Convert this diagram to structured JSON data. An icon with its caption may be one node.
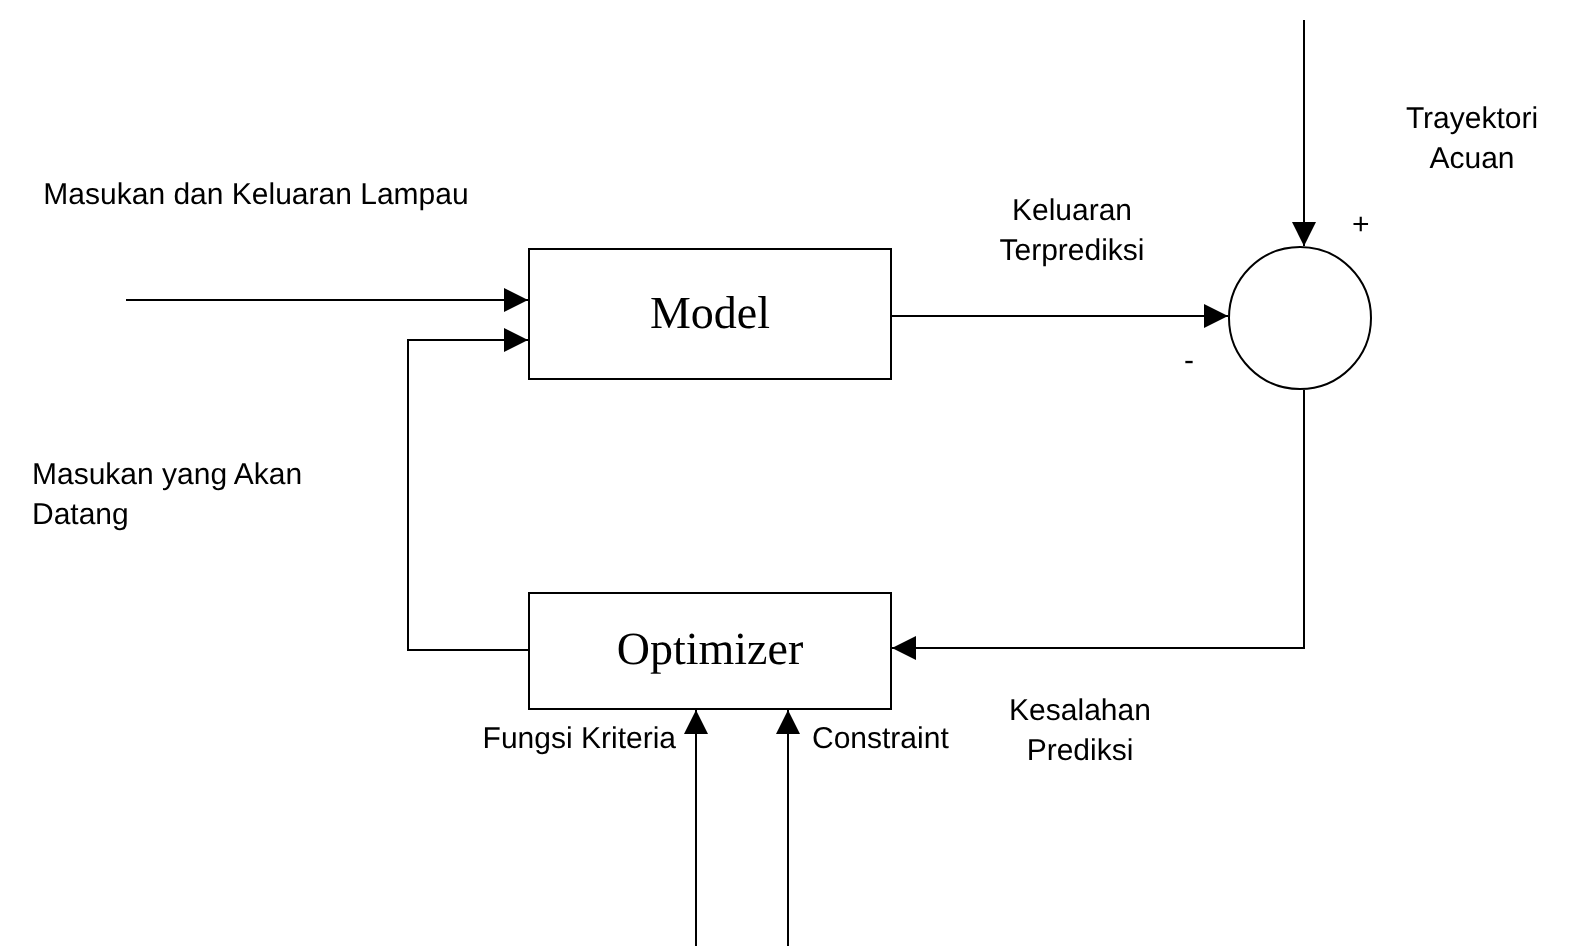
{
  "diagram": {
    "nodes": [
      {
        "text": [
          "Model"
        ]
      },
      {
        "text": [],
        "shape": "circle"
      },
      {
        "text": [
          "Optimizer"
        ]
      }
    ],
    "edges": [
      {
        "from": null,
        "to": 0,
        "arrow": "to",
        "label": "Masukan dan Keluaran Lampau"
      },
      {
        "from": 0,
        "to": 1,
        "arrow": "to",
        "label": "Keluaran Terprediksi"
      },
      {
        "from": null,
        "to": 1,
        "arrow": "to",
        "label": "Trayektori Acuan"
      },
      {
        "from": 1,
        "to": 2,
        "arrow": "to",
        "label": "Kesalahan Prediksi"
      },
      {
        "from": 2,
        "to": 0,
        "arrow": "to",
        "label": "Masukan yang Akan Datang"
      },
      {
        "from": null,
        "to": 2,
        "arrow": "to",
        "label": "Fungsi Kriteria"
      },
      {
        "from": null,
        "to": 2,
        "arrow": "to",
        "label": "Constraint"
      }
    ],
    "labels": [
      "+",
      "-"
    ]
  }
}
